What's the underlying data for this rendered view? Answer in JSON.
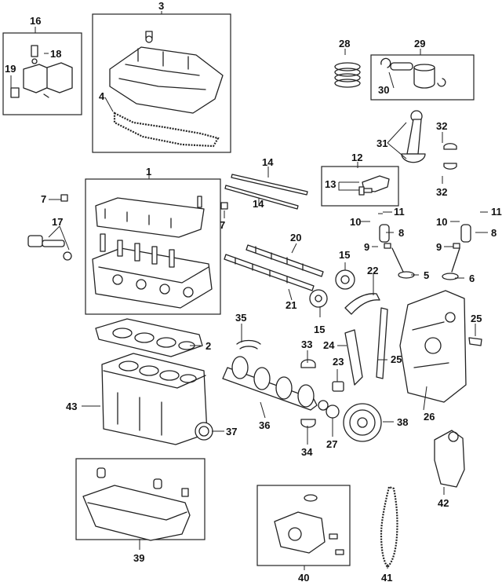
{
  "diagram": {
    "callout_numbers": [
      "1",
      "2",
      "3",
      "4",
      "5",
      "6",
      "7",
      "8",
      "9",
      "10",
      "11",
      "12",
      "13",
      "14",
      "15",
      "16",
      "17",
      "18",
      "19",
      "20",
      "21",
      "22",
      "23",
      "24",
      "25",
      "26",
      "27",
      "28",
      "29",
      "30",
      "31",
      "32",
      "33",
      "34",
      "35",
      "36",
      "37",
      "38",
      "39",
      "40",
      "41",
      "42",
      "43"
    ],
    "labels": {
      "p1": "1",
      "p2": "2",
      "p3": "3",
      "p4": "4",
      "p5": "5",
      "p6": "6",
      "p7a": "7",
      "p7b": "7",
      "p8a": "8",
      "p8b": "8",
      "p9a": "9",
      "p9b": "9",
      "p10a": "10",
      "p10b": "10",
      "p11a": "11",
      "p11b": "11",
      "p12": "12",
      "p13": "13",
      "p14a": "14",
      "p14b": "14",
      "p15a": "15",
      "p15b": "15",
      "p16": "16",
      "p17": "17",
      "p18": "18",
      "p19": "19",
      "p20": "20",
      "p21": "21",
      "p22": "22",
      "p23": "23",
      "p24": "24",
      "p25a": "25",
      "p25b": "25",
      "p26": "26",
      "p27": "27",
      "p28": "28",
      "p29": "29",
      "p30": "30",
      "p31": "31",
      "p32a": "32",
      "p32b": "32",
      "p33": "33",
      "p34": "34",
      "p35": "35",
      "p36": "36",
      "p37": "37",
      "p38": "38",
      "p39": "39",
      "p40": "40",
      "p41": "41",
      "p42": "42",
      "p43": "43"
    }
  }
}
